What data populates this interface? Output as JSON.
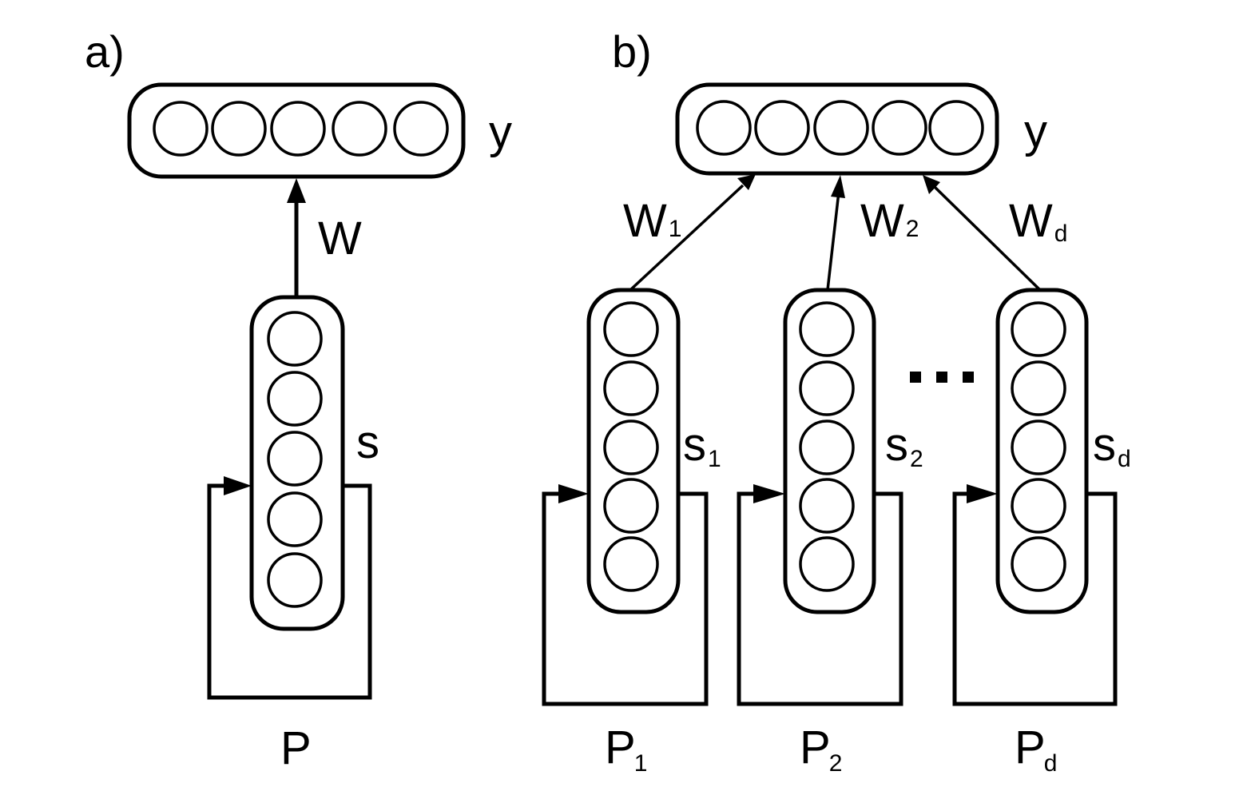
{
  "panel_a": {
    "label": "a)",
    "output_label": "y",
    "weight_label": "W",
    "state_label": "s",
    "recurrence_label": "P"
  },
  "panel_b": {
    "label": "b)",
    "output_label": "y",
    "weights": [
      {
        "base": "W",
        "sub": "1"
      },
      {
        "base": "W",
        "sub": "2"
      },
      {
        "base": "W",
        "sub": "d"
      }
    ],
    "states": [
      {
        "base": "s",
        "sub": "1"
      },
      {
        "base": "s",
        "sub": "2"
      },
      {
        "base": "s",
        "sub": "d"
      }
    ],
    "recurrences": [
      {
        "base": "P",
        "sub": "1"
      },
      {
        "base": "P",
        "sub": "2"
      },
      {
        "base": "P",
        "sub": "d"
      }
    ],
    "ellipsis": "..."
  }
}
